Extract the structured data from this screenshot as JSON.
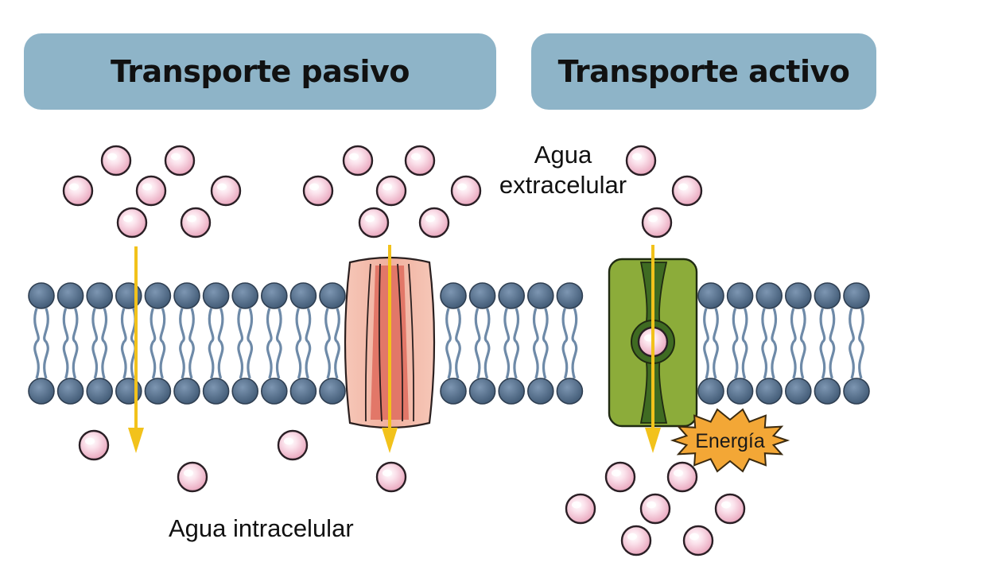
{
  "headers": {
    "passive": "Transporte pasivo",
    "active": "Transporte activo"
  },
  "labels": {
    "extracellular_line1": "Agua",
    "extracellular_line2": "extracelular",
    "intracellular": "Agua intracelular",
    "energy": "Energía"
  },
  "colors": {
    "header_bg": "#8eb4c8",
    "phospholipid_head": "#4f6a86",
    "tail": "#6e8aa8",
    "particle": "#f4c3d4",
    "particle_edge": "#2a1f25",
    "arrow": "#f2c21b",
    "channel_protein": "#f0b5a4",
    "channel_core": "#e07062",
    "carrier_protein": "#8cac3a",
    "carrier_dark": "#3f6b22",
    "energy_burst": "#f3a736"
  },
  "icons": {
    "particle": "water-molecule-icon",
    "energy": "energy-burst-icon"
  }
}
